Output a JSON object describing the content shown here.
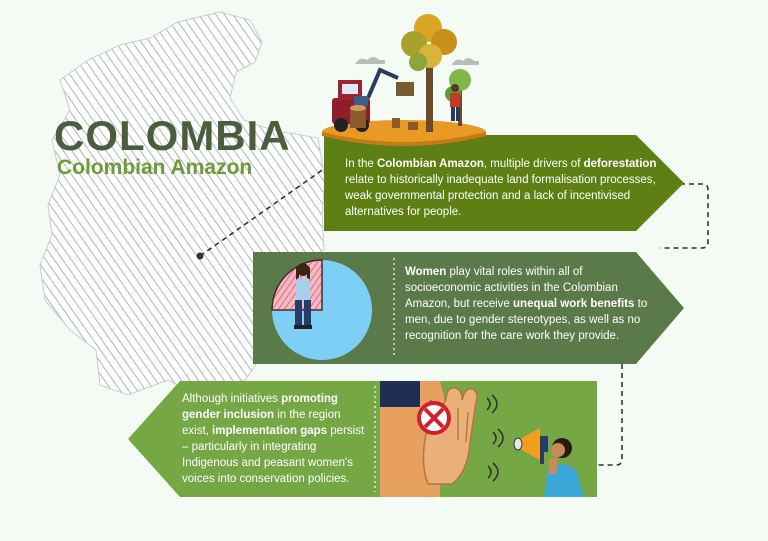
{
  "header": {
    "title": "COLOMBIA",
    "subtitle": "Colombian Amazon"
  },
  "colors": {
    "dark_green": "#5e7f14",
    "olive_green": "#5b7a4a",
    "light_green": "#75a845",
    "title_color": "#4a5e3e",
    "subtitle_color": "#6e9a3a",
    "background": "#f4fbf4"
  },
  "panels": [
    {
      "id": "deforestation",
      "segments": [
        {
          "t": "In the ",
          "b": false
        },
        {
          "t": "Colombian Amazon",
          "b": true
        },
        {
          "t": ", multiple drivers of ",
          "b": false
        },
        {
          "t": "deforestation",
          "b": true
        },
        {
          "t": " relate to historically inadequate land formalisation processes, weak governmental protection and a lack of incentivised alternatives for people.",
          "b": false
        }
      ],
      "illustration": "deforestation-scene"
    },
    {
      "id": "women",
      "segments": [
        {
          "t": "Women",
          "b": true
        },
        {
          "t": " play vital roles within all of socioeconomic activities in the Colombian Amazon, but receive ",
          "b": false
        },
        {
          "t": "unequal work benefits",
          "b": true
        },
        {
          "t": " to men, due to gender stereotypes, as well as no recognition for the care work they provide.",
          "b": false
        }
      ],
      "illustration": "woman-in-pie-chart"
    },
    {
      "id": "inclusion",
      "segments": [
        {
          "t": "Although initiatives ",
          "b": false
        },
        {
          "t": "promoting gender inclusion",
          "b": true
        },
        {
          "t": " in the region exist, ",
          "b": false
        },
        {
          "t": "implementation gaps",
          "b": true
        },
        {
          "t": " persist – particularly in integrating Indigenous and peasant women's voices into conservation policies.",
          "b": false
        }
      ],
      "illustration": "unheard-megaphone"
    }
  ],
  "icons": [
    "colombia-map-icon",
    "tree-icon",
    "harvester-icon",
    "lumberjack-icon",
    "pie-chart-icon",
    "woman-icon",
    "hand-icon",
    "ear-icon",
    "no-sign-icon",
    "megaphone-icon"
  ]
}
